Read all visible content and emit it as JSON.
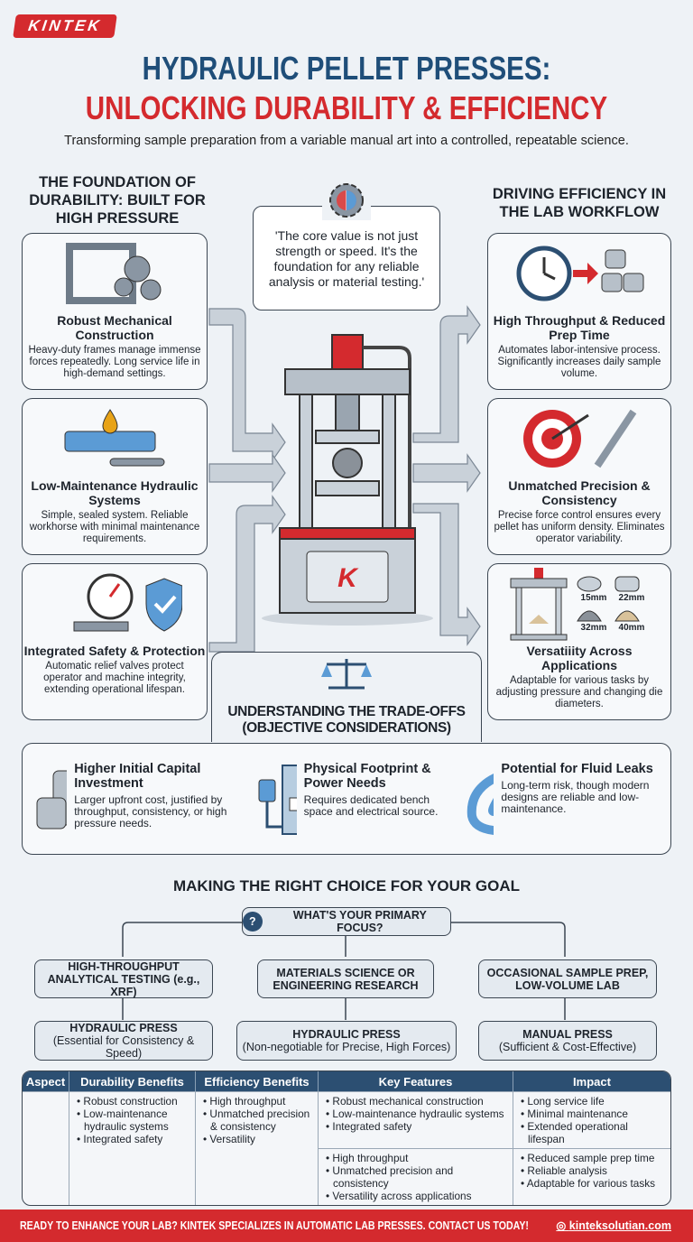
{
  "brand": {
    "logo": "KINTEK",
    "press_logo": "K"
  },
  "header": {
    "title_line1": "HYDRAULIC PELLET PRESSES:",
    "title_line2": "UNLOCKING DURABILITY & EFFICIENCY",
    "subtitle": "Transforming sample preparation from a variable manual art into a controlled, repeatable science."
  },
  "colors": {
    "primary": "#1f4e79",
    "accent": "#d42a2e",
    "header_table": "#2c4f72"
  },
  "left": {
    "heading": "THE FOUNDATION OF DURABILITY: BUILT FOR HIGH PRESSURE",
    "cards": [
      {
        "icon": "frame-gears-icon",
        "title": "Robust Mechanical Construction",
        "text": "Heavy-duty frames manage immense forces repeatedly. Long service life in high-demand settings."
      },
      {
        "icon": "hydraulic-cylinder-wrench-icon",
        "title": "Low-Maintenance Hydraulic Systems",
        "text": "Simple, sealed system. Reliable workhorse with minimal maintenance requirements."
      },
      {
        "icon": "gauge-shield-icon",
        "title": "Integrated Safety & Protection",
        "text": "Automatic relief valves protect operator and machine integrity, extending operational lifespan."
      }
    ]
  },
  "center": {
    "quote": "'The core value is not just strength or speed. It's the foundation for any reliable analysis or material testing.'"
  },
  "right": {
    "heading": "DRIVING EFFICIENCY IN THE LAB WORKFLOW",
    "cards": [
      {
        "icon": "clock-pellets-icon",
        "title": "High Throughput & Reduced Prep Time",
        "text": "Automates labor-intensive process. Significantly increases daily sample volume."
      },
      {
        "icon": "target-caliper-icon",
        "title": "Unmatched Precision & Consistency",
        "text": "Precise force control ensures every pellet has uniform density. Eliminates operator variability."
      },
      {
        "icon": "press-dies-icon",
        "title": "Versatiiity Across Applications",
        "text": "Adaptable for various tasks by adjusting pressure and changing die diameters.",
        "die_sizes": [
          "15mm",
          "22mm",
          "32mm",
          "40mm"
        ]
      }
    ]
  },
  "tradeoffs": {
    "heading_line1": "UNDERSTANDING THE TRADE-OFFS",
    "heading_line2": "(OBJECTIVE CONSIDERATIONS)",
    "items": [
      {
        "icon": "coins-icon",
        "title": "Higher Initial Capital Investment",
        "text": "Larger upfront cost, justified by throughput, consistency, or high pressure needs."
      },
      {
        "icon": "plug-bench-icon",
        "title": "Physical Footprint & Power Needs",
        "text": "Requires dedicated bench space and electrical source."
      },
      {
        "icon": "hose-leak-icon",
        "title": "Potential for Fluid Leaks",
        "text": "Long-term risk, though modern designs are reliable and low-maintenance."
      }
    ]
  },
  "choice": {
    "heading": "MAKING THE RIGHT CHOICE FOR YOUR GOAL",
    "question": "WHAT'S YOUR PRIMARY FOCUS?",
    "branches": [
      {
        "goal": "HIGH-THROUGHPUT ANALYTICAL TESTING (e.g., XRF)",
        "result": "HYDRAULIC PRESS",
        "note": "(Essential for Consistency & Speed)"
      },
      {
        "goal": "MATERIALS SCIENCE OR ENGINEERING RESEARCH",
        "result": "HYDRAULIC PRESS",
        "note": "(Non-negotiable for Precise, High Forces)"
      },
      {
        "goal": "OCCASIONAL SAMPLE PREP, LOW-VOLUME LAB",
        "result": "MANUAL PRESS",
        "note": "(Sufficient & Cost-Effective)"
      }
    ]
  },
  "table": {
    "headers": [
      "Aspect",
      "Durability Benefits",
      "Efficiency Benefits",
      "Key Features",
      "Impact"
    ],
    "durability": [
      "Robust construction",
      "Low-maintenance hydraulic systems",
      "Integrated safety"
    ],
    "efficiency": [
      "High throughput",
      "Unmatched precision & consistency",
      "Versatility"
    ],
    "features_a": [
      "Robust mechanical construction",
      "Low-maintenance hydraulic systems",
      "Integrated safety"
    ],
    "features_b": [
      "High throughput",
      "Unmatched precision and consistency",
      "Versatility across applications"
    ],
    "impact_a": [
      "Long service life",
      "Minimal maintenance",
      "Extended operational lifespan"
    ],
    "impact_b": [
      "Reduced sample prep time",
      "Reliable analysis",
      "Adaptable for various tasks"
    ]
  },
  "footer": {
    "cta": "READY TO ENHANCE YOUR LAB? KINTEK SPECIALIZES IN AUTOMATIC LAB PRESSES. CONTACT US TODAY!",
    "url": "kinteksolutian.com"
  }
}
